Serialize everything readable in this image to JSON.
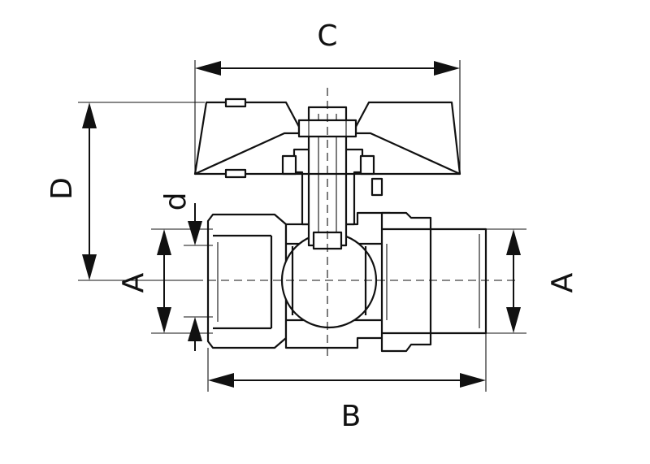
{
  "labels": {
    "c": "C",
    "d_upper": "D",
    "d_lower": "d",
    "a_left": "A",
    "a_right": "A",
    "b": "B"
  },
  "icons": {
    "valve": "ball-valve-drawing"
  },
  "colors": {
    "line": "#111111",
    "background": "#ffffff"
  }
}
